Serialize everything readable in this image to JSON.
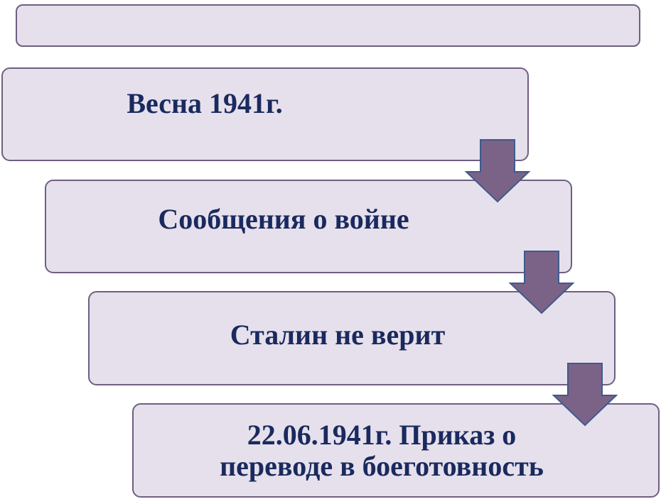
{
  "header": {
    "text": ""
  },
  "steps": [
    {
      "label": "Весна 1941г."
    },
    {
      "label": "Сообщения о войне"
    },
    {
      "label": "Сталин не верит"
    },
    {
      "label": "22.06.1941г. Приказ о\nпереводе в боеготовность"
    }
  ],
  "colors": {
    "box_fill": "#e6e0ec",
    "box_border": "#6f5f80",
    "text": "#1a2a5e",
    "arrow_fill": "#7b6388",
    "arrow_stroke": "#3e5a8c"
  }
}
